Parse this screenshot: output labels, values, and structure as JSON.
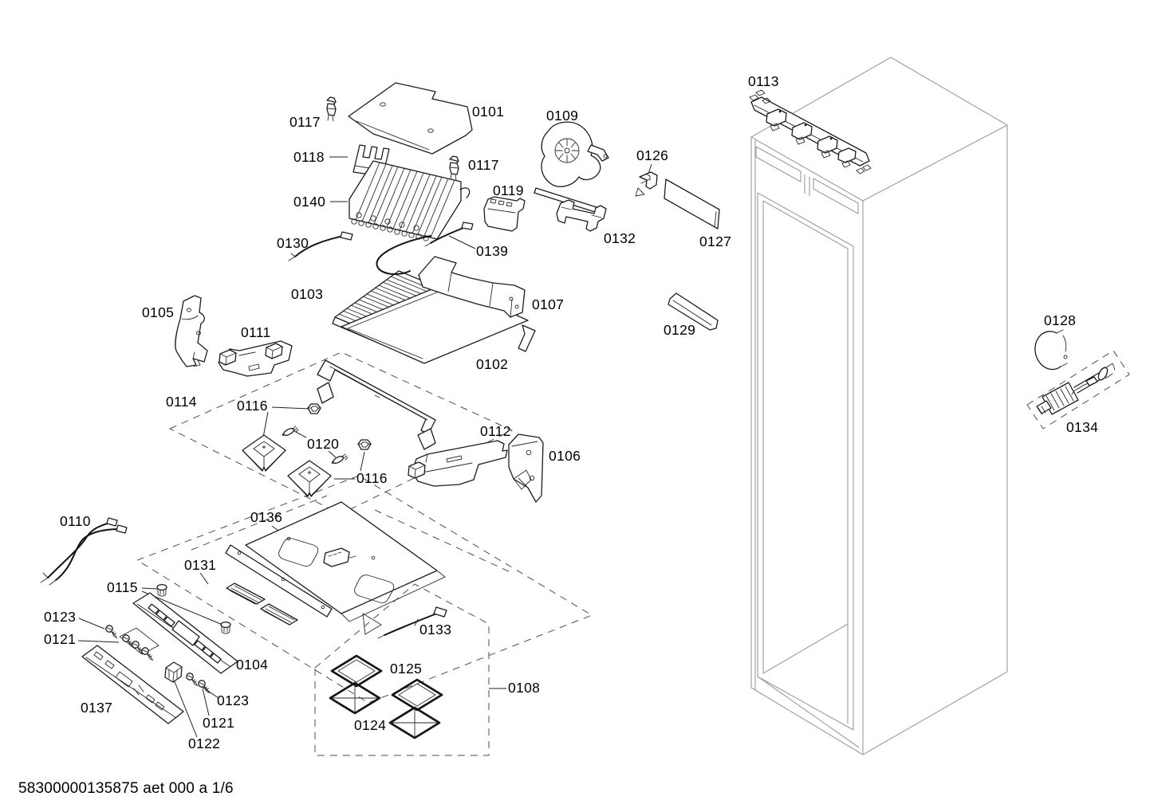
{
  "colors": {
    "background": "#ffffff",
    "part_line": "#1c1c1c",
    "cabinet_line": "#9c9c9c",
    "dashed_group_line": "#4e4e4e",
    "label_text": "#000000"
  },
  "footer": {
    "doc_code": "58300000135875 aet 000 a 1/6"
  },
  "labels": [
    {
      "part": "0117",
      "text": "0117"
    },
    {
      "part": "0101",
      "text": "0101"
    },
    {
      "part": "0109",
      "text": "0109"
    },
    {
      "part": "0118",
      "text": "0118"
    },
    {
      "part": "0117",
      "text": "0117"
    },
    {
      "part": "0126",
      "text": "0126"
    },
    {
      "part": "0140",
      "text": "0140"
    },
    {
      "part": "0119",
      "text": "0119"
    },
    {
      "part": "0132",
      "text": "0132"
    },
    {
      "part": "0127",
      "text": "0127"
    },
    {
      "part": "0130",
      "text": "0130"
    },
    {
      "part": "0139",
      "text": "0139"
    },
    {
      "part": "0103",
      "text": "0103"
    },
    {
      "part": "0107",
      "text": "0107"
    },
    {
      "part": "0105",
      "text": "0105"
    },
    {
      "part": "0113",
      "text": "0113"
    },
    {
      "part": "0129",
      "text": "0129"
    },
    {
      "part": "0111",
      "text": "0111"
    },
    {
      "part": "0102",
      "text": "0102"
    },
    {
      "part": "0128",
      "text": "0128"
    },
    {
      "part": "0114",
      "text": "0114"
    },
    {
      "part": "0116",
      "text": "0116"
    },
    {
      "part": "0120",
      "text": "0120"
    },
    {
      "part": "0112",
      "text": "0112"
    },
    {
      "part": "0106",
      "text": "0106"
    },
    {
      "part": "0116",
      "text": "0116"
    },
    {
      "part": "0134",
      "text": "0134"
    },
    {
      "part": "0136",
      "text": "0136"
    },
    {
      "part": "0110",
      "text": "0110"
    },
    {
      "part": "0131",
      "text": "0131"
    },
    {
      "part": "0115",
      "text": "0115"
    },
    {
      "part": "0123",
      "text": "0123"
    },
    {
      "part": "0121",
      "text": "0121"
    },
    {
      "part": "0133",
      "text": "0133"
    },
    {
      "part": "0104",
      "text": "0104"
    },
    {
      "part": "0125",
      "text": "0125"
    },
    {
      "part": "0108",
      "text": "0108"
    },
    {
      "part": "0137",
      "text": "0137"
    },
    {
      "part": "0123",
      "text": "0123"
    },
    {
      "part": "0124",
      "text": "0124"
    },
    {
      "part": "0121",
      "text": "0121"
    },
    {
      "part": "0122",
      "text": "0122"
    }
  ]
}
